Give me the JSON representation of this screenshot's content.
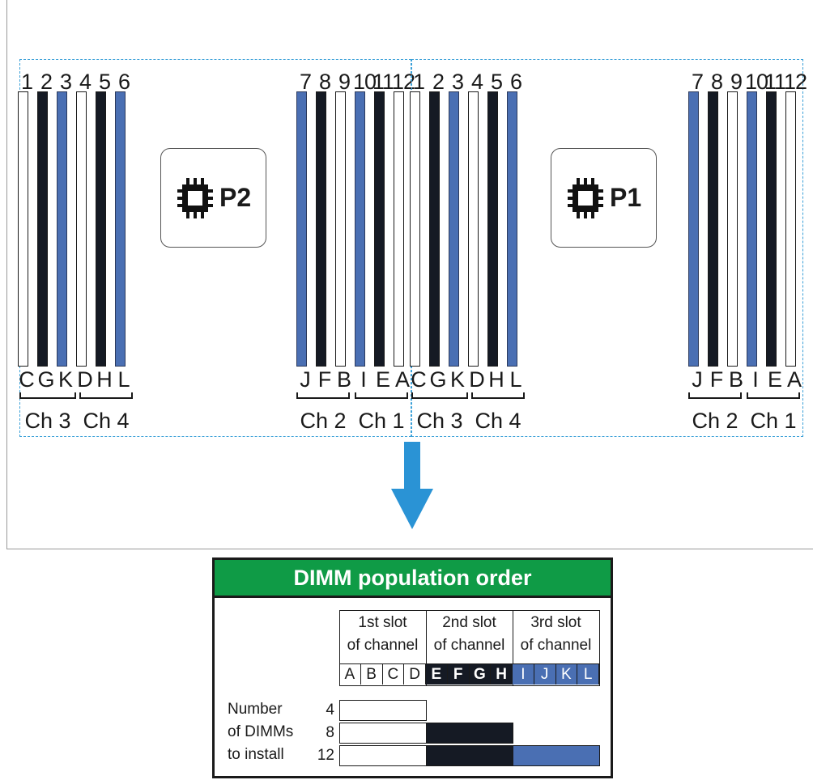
{
  "processors": [
    {
      "id": "P2",
      "label": "P2"
    },
    {
      "id": "P1",
      "label": "P1"
    }
  ],
  "slot_numbers": [
    "1",
    "2",
    "3",
    "4",
    "5",
    "6",
    "7",
    "8",
    "9",
    "10",
    "11",
    "12"
  ],
  "slot_letters": [
    "C",
    "G",
    "K",
    "D",
    "H",
    "L",
    "J",
    "F",
    "B",
    "I",
    "E",
    "A"
  ],
  "slot_colors": [
    "white",
    "black",
    "blue",
    "white",
    "black",
    "blue",
    "blue",
    "black",
    "white",
    "blue",
    "black",
    "white"
  ],
  "channels": {
    "left": [
      "Ch 3",
      "Ch 4"
    ],
    "right": [
      "Ch 2",
      "Ch 1"
    ]
  },
  "colors": {
    "blue": "#4a6fb3",
    "black": "#151a24",
    "green": "#0f9b46",
    "arrow": "#2a93d5",
    "dashed": "#3aa0d8"
  },
  "table": {
    "title": "DIMM population order",
    "columns": [
      {
        "line1": "1st slot",
        "line2": "of channel",
        "letters": [
          "A",
          "B",
          "C",
          "D"
        ],
        "color": "white"
      },
      {
        "line1": "2nd slot",
        "line2": "of channel",
        "letters": [
          "E",
          "F",
          "G",
          "H"
        ],
        "color": "black"
      },
      {
        "line1": "3rd slot",
        "line2": "of channel",
        "letters": [
          "I",
          "J",
          "K",
          "L"
        ],
        "color": "blue"
      }
    ],
    "row_label": [
      "Number",
      "of DIMMs",
      "to install"
    ],
    "rows": [
      {
        "count": "4",
        "filled": 1
      },
      {
        "count": "8",
        "filled": 2
      },
      {
        "count": "12",
        "filled": 3
      }
    ]
  }
}
